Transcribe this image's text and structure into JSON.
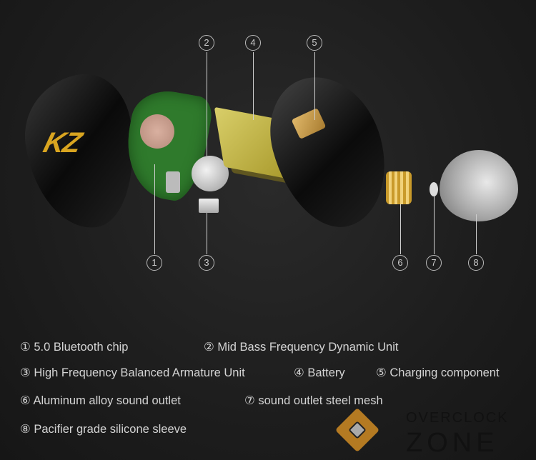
{
  "brand_logo": "KZ",
  "callouts": [
    "1",
    "2",
    "3",
    "4",
    "5",
    "6",
    "7",
    "8"
  ],
  "legend": [
    "① 5.0 Bluetooth chip",
    "② Mid Bass Frequency Dynamic Unit",
    "③ High Frequency Balanced Armature Unit",
    "④ Battery",
    "⑤ Charging component",
    "⑥ Aluminum alloy sound outlet",
    "⑦ sound outlet steel mesh",
    "⑧ Pacifier grade silicone sleeve"
  ],
  "watermark": {
    "line1": "OVERCLOCK",
    "line2": "ZONE"
  }
}
